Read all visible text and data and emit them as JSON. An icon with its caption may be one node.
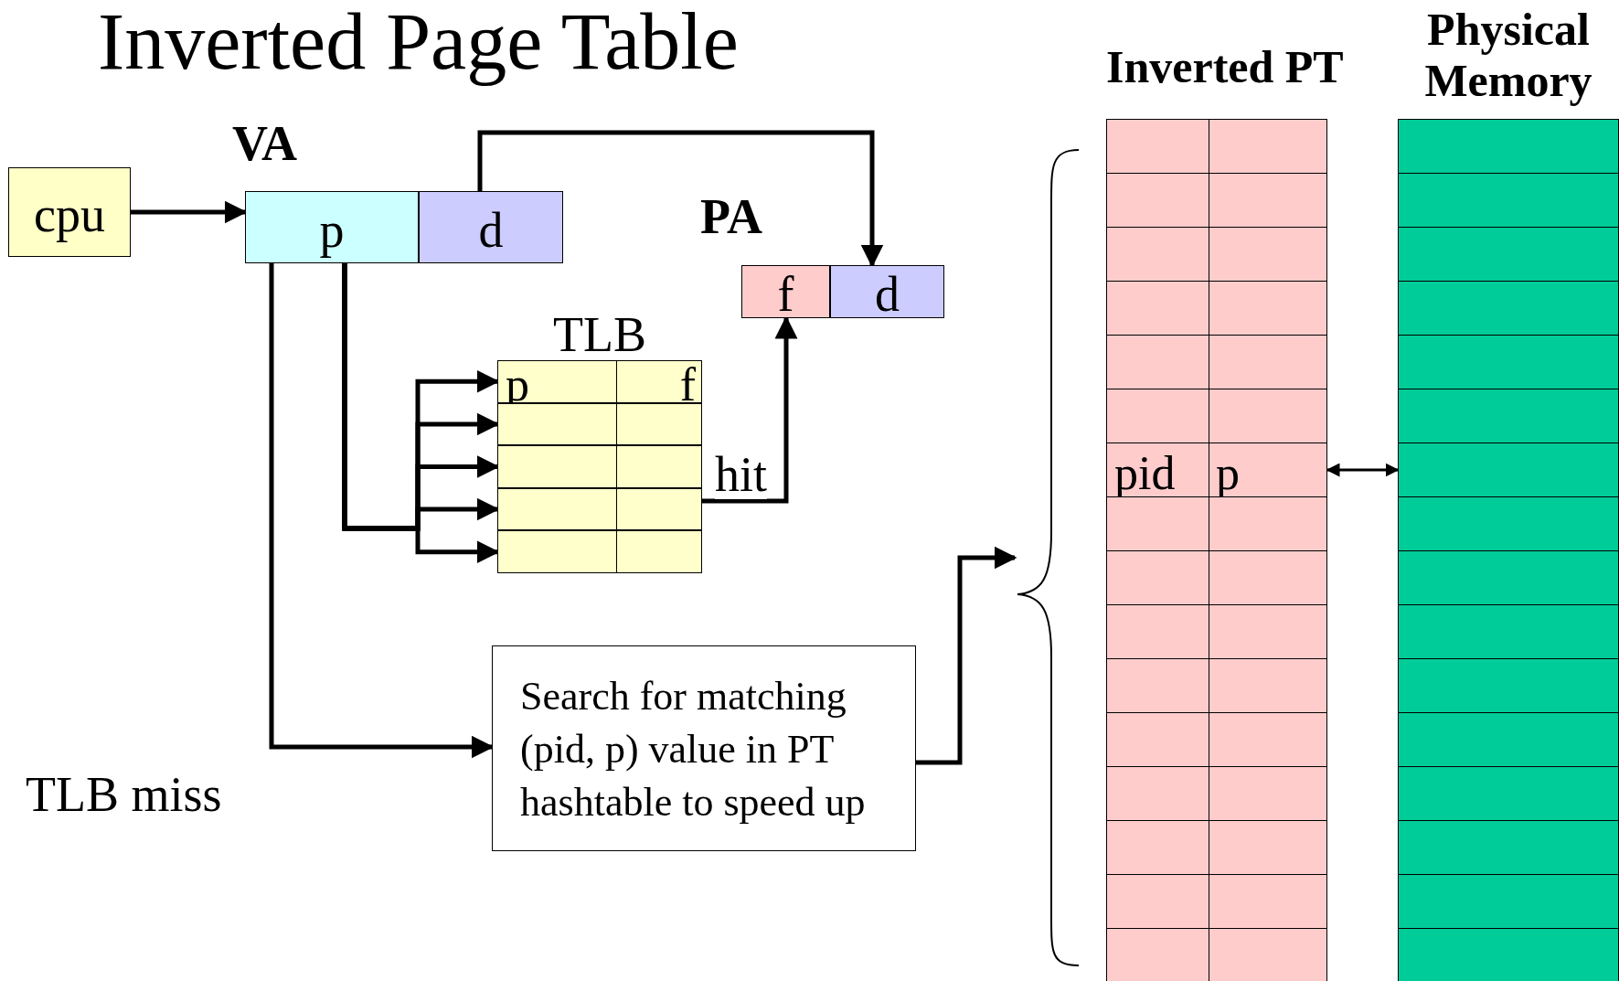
{
  "diagram": {
    "title": "Inverted Page Table",
    "nodes": [
      {
        "text": [
          "cpu"
        ]
      },
      {
        "text": [
          "VA"
        ]
      },
      {
        "text": [
          "p"
        ],
        "in": 1
      },
      {
        "text": [
          "d"
        ],
        "in": 1
      },
      {
        "text": [
          "PA"
        ]
      },
      {
        "text": [
          "f"
        ],
        "in": 4
      },
      {
        "text": [
          "d"
        ],
        "in": 4
      },
      {
        "text": [
          "TLB"
        ]
      },
      {
        "text": [
          "p",
          "f"
        ],
        "in": 7
      },
      {
        "text": [],
        "shape": "box",
        "in": 7
      },
      {
        "text": [],
        "shape": "box",
        "in": 7
      },
      {
        "text": [],
        "shape": "box",
        "in": 7
      },
      {
        "text": [],
        "shape": "box",
        "in": 7
      },
      {
        "text": [
          "Search for matching (pid, p) value in PT hashtable to speed up"
        ]
      },
      {
        "text": [
          "Inverted PT"
        ]
      },
      {
        "text": [],
        "shape": "box",
        "in": 14
      },
      {
        "text": [],
        "shape": "box",
        "in": 14
      },
      {
        "text": [],
        "shape": "box",
        "in": 14
      },
      {
        "text": [],
        "shape": "box",
        "in": 14
      },
      {
        "text": [],
        "shape": "box",
        "in": 14
      },
      {
        "text": [],
        "shape": "box",
        "in": 14
      },
      {
        "text": [
          "pid",
          "p"
        ],
        "in": 14
      },
      {
        "text": [],
        "shape": "box",
        "in": 14
      },
      {
        "text": [],
        "shape": "box",
        "in": 14
      },
      {
        "text": [],
        "shape": "box",
        "in": 14
      },
      {
        "text": [],
        "shape": "box",
        "in": 14
      },
      {
        "text": [],
        "shape": "box",
        "in": 14
      },
      {
        "text": [],
        "shape": "box",
        "in": 14
      },
      {
        "text": [],
        "shape": "box",
        "in": 14
      },
      {
        "text": [],
        "shape": "box",
        "in": 14
      },
      {
        "text": [],
        "shape": "box",
        "in": 14
      },
      {
        "text": [
          "Physical Memory"
        ]
      },
      {
        "text": [],
        "shape": "box",
        "in": 31
      },
      {
        "text": [],
        "shape": "box",
        "in": 31
      },
      {
        "text": [],
        "shape": "box",
        "in": 31
      },
      {
        "text": [],
        "shape": "box",
        "in": 31
      },
      {
        "text": [],
        "shape": "box",
        "in": 31
      },
      {
        "text": [],
        "shape": "box",
        "in": 31
      },
      {
        "text": [],
        "shape": "box",
        "in": 31
      },
      {
        "text": [],
        "shape": "box",
        "in": 31
      },
      {
        "text": [],
        "shape": "box",
        "in": 31
      },
      {
        "text": [],
        "shape": "box",
        "in": 31
      },
      {
        "text": [],
        "shape": "box",
        "in": 31
      },
      {
        "text": [],
        "shape": "box",
        "in": 31
      },
      {
        "text": [],
        "shape": "box",
        "in": 31
      },
      {
        "text": [],
        "shape": "box",
        "in": 31
      },
      {
        "text": [],
        "shape": "box",
        "in": 31
      },
      {
        "text": [],
        "shape": "box",
        "in": 31
      }
    ],
    "edges": [
      {
        "from": 0,
        "to": 2,
        "arrow": "to"
      },
      {
        "from": 3,
        "to": 6,
        "arrow": "to"
      },
      {
        "from": 2,
        "to": 8,
        "arrow": "to"
      },
      {
        "from": 2,
        "to": 9,
        "arrow": "to"
      },
      {
        "from": 2,
        "to": 10,
        "arrow": "to"
      },
      {
        "from": 2,
        "to": 11,
        "arrow": "to"
      },
      {
        "from": 2,
        "to": 12,
        "arrow": "to"
      },
      {
        "from": 2,
        "to": 13,
        "arrow": "to"
      },
      {
        "from": 11,
        "to": 5,
        "arrow": "to",
        "label": "hit"
      },
      {
        "from": 13,
        "to": 14,
        "arrow": "to"
      },
      {
        "from": 21,
        "to": 38,
        "arrow": "both"
      }
    ],
    "labels": [
      "TLB miss"
    ]
  }
}
